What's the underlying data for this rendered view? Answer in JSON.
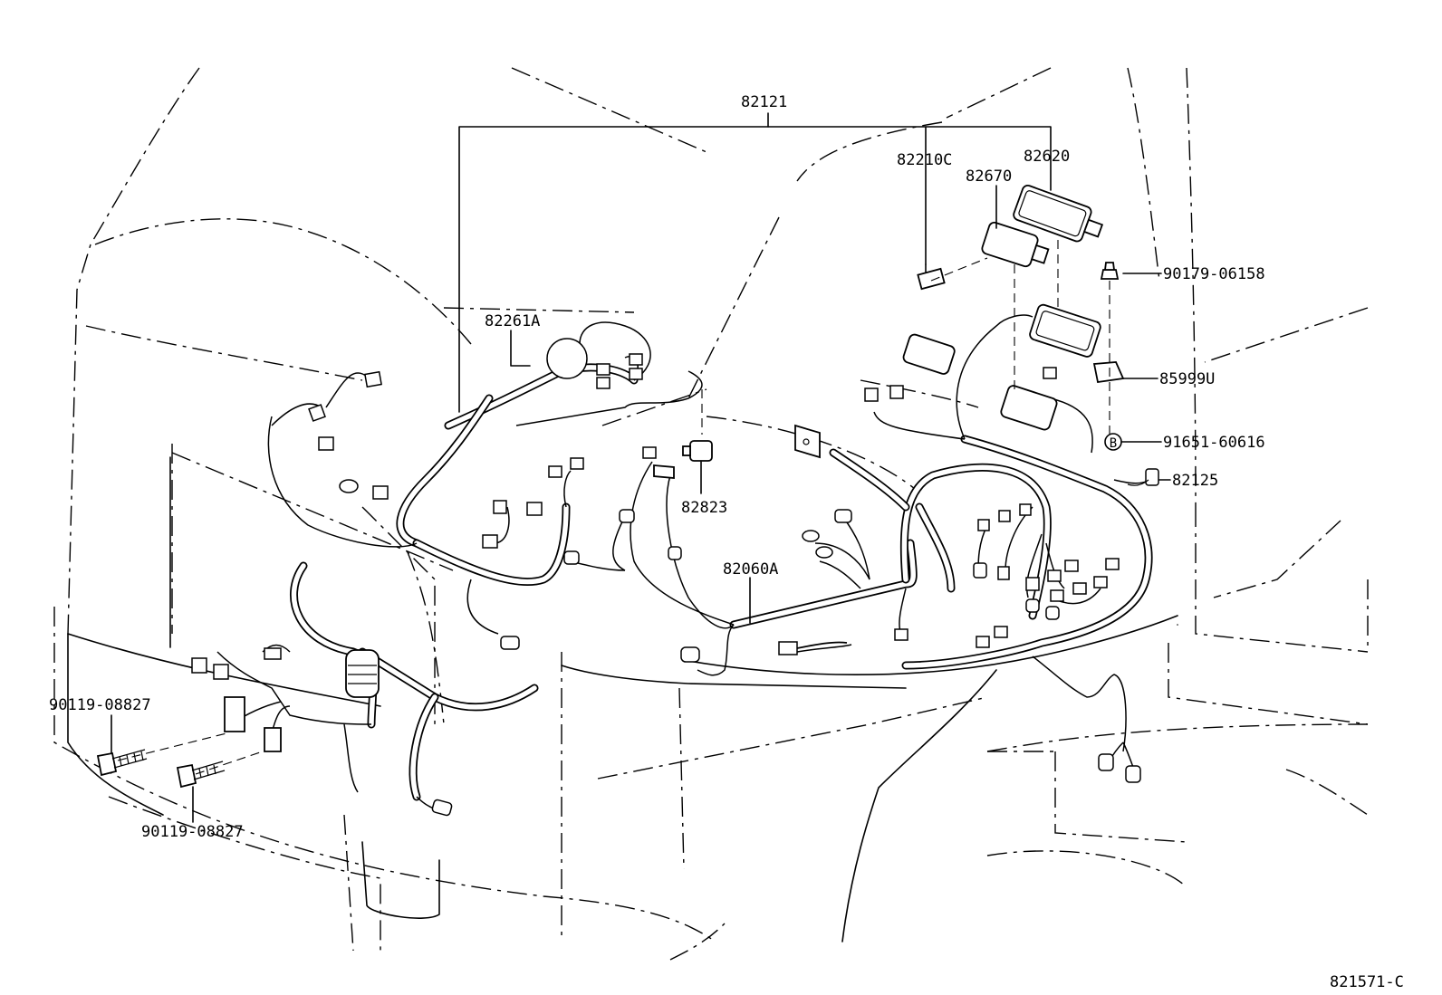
{
  "diagram": {
    "labels": {
      "p82121": "82121",
      "p82210c": "82210C",
      "p82620": "82620",
      "p82670": "82670",
      "p82261a": "82261A",
      "p90179": "90179-06158",
      "p85999": "85999U",
      "p91651": "91651-60616",
      "p82125": "82125",
      "p82823": "82823",
      "p82060a": "82060A",
      "p90119_top": "90119-08827",
      "p90119_bottom": "90119-08827",
      "b_marker": "B"
    },
    "illustration_id": "821571-C"
  }
}
